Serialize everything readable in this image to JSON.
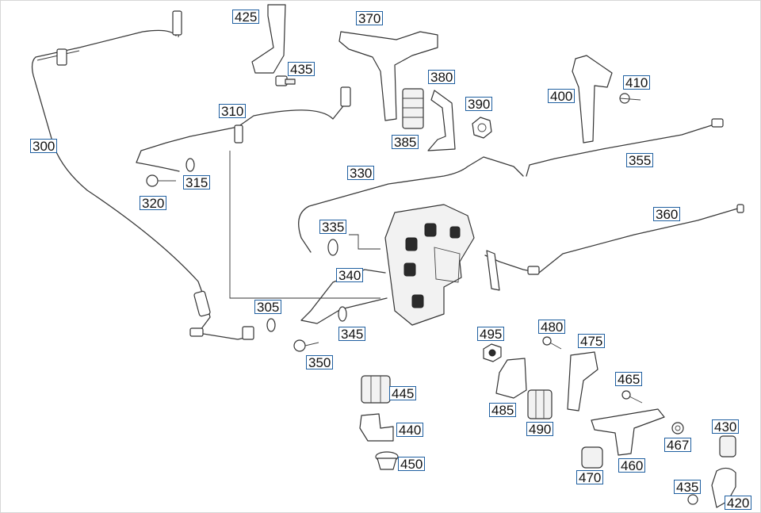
{
  "diagram": {
    "accent_color": "#1f5fa0",
    "callouts": [
      "425",
      "370",
      "435",
      "380",
      "400",
      "410",
      "310",
      "390",
      "300",
      "385",
      "315",
      "330",
      "355",
      "320",
      "335",
      "360",
      "340",
      "305",
      "345",
      "350",
      "495",
      "480",
      "475",
      "445",
      "465",
      "485",
      "490",
      "440",
      "467",
      "430",
      "450",
      "470",
      "460",
      "435",
      "420"
    ]
  }
}
